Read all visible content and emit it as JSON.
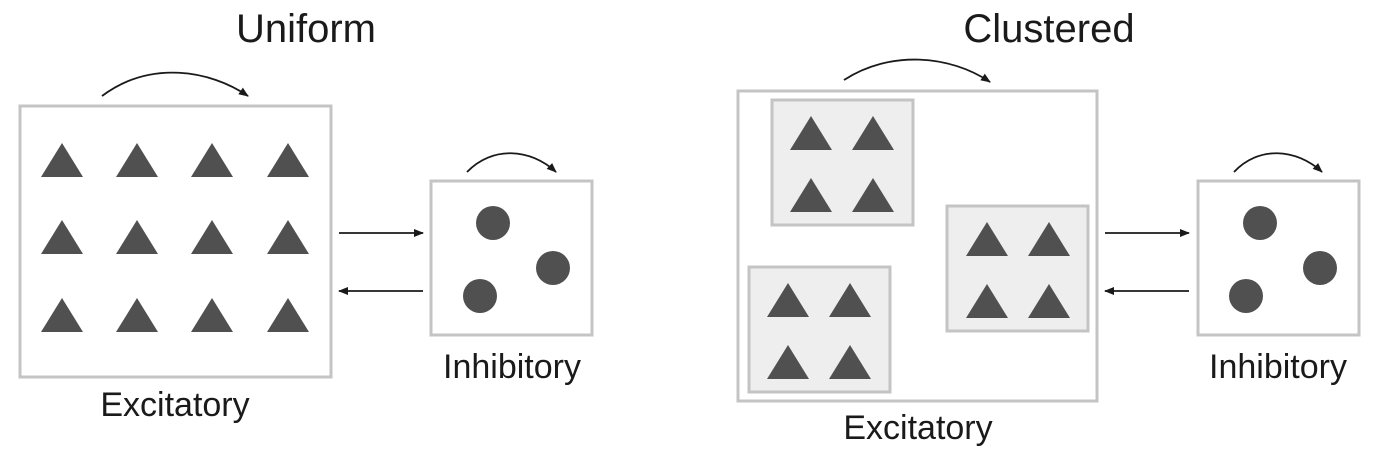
{
  "panels": [
    {
      "title": "Uniform",
      "excitatory_label": "Excitatory",
      "inhibitory_label": "Inhibitory",
      "excitatory_layout": "uniform",
      "excitatory_neuron_count": 12,
      "inhibitory_neuron_count": 3
    },
    {
      "title": "Clustered",
      "excitatory_label": "Excitatory",
      "inhibitory_label": "Inhibitory",
      "excitatory_layout": "clustered",
      "cluster_count": 3,
      "neurons_per_cluster": 4,
      "inhibitory_neuron_count": 3
    }
  ],
  "colors": {
    "neuron": "#505050",
    "box_border": "#c4c4c4",
    "cluster_fill": "#eeeeee",
    "arrow": "#1a1a1a"
  },
  "icons": {
    "excitatory_neuron": "triangle",
    "inhibitory_neuron": "circle"
  }
}
